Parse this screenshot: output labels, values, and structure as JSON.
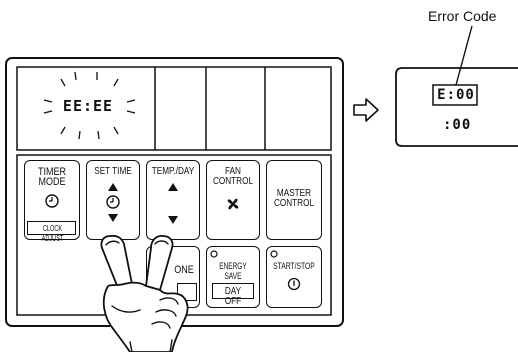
{
  "display": {
    "blink_code": "EE:EE"
  },
  "buttons": {
    "timer_mode": {
      "label_line1": "TIMER",
      "label_line2": "MODE",
      "sub_label": "CLOCK ADJUST",
      "icon": "clock-icon"
    },
    "set_time": {
      "label": "SET TIME",
      "icon": "clock-icon"
    },
    "temp_day": {
      "label": "TEMP./DAY"
    },
    "fan_control": {
      "label_line1": "FAN",
      "label_line2": "CONTROL",
      "icon": "fan-icon"
    },
    "master_control": {
      "label_line1": "MASTER",
      "label_line2": "CONTROL"
    },
    "zone": {
      "label": "ONE"
    },
    "energy_save": {
      "label": "ENERGY SAVE",
      "sub_label": "DAY OFF"
    },
    "start_stop": {
      "label": "START/STOP",
      "icon": "power-icon"
    }
  },
  "callout": {
    "title": "Error Code",
    "error_code": "E:00",
    "sub_code": ":00"
  },
  "colors": {
    "line": "#111111",
    "background": "#ffffff"
  }
}
